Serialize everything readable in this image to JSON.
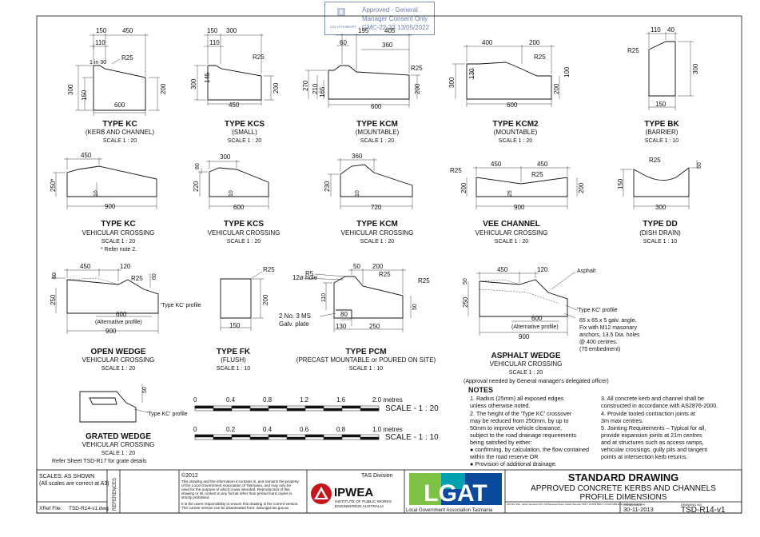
{
  "stamp": {
    "line1": "Approved - General",
    "line2": "Manager Consent Only",
    "line3": "GMC-22-33 13/05/2022",
    "logo_text": "City of HOBART"
  },
  "profiles": [
    {
      "id": "kc",
      "title": "TYPE KC",
      "sub": "(KERB AND CHANNEL)",
      "scale": "SCALE 1 : 20"
    },
    {
      "id": "kcs",
      "title": "TYPE KCS",
      "sub": "(SMALL)",
      "scale": "SCALE 1 : 20"
    },
    {
      "id": "kcm",
      "title": "TYPE KCM",
      "sub": "(MOUNTABLE)",
      "scale": "SCALE 1 : 20"
    },
    {
      "id": "kcm2",
      "title": "TYPE KCM2",
      "sub": "(MOUNTABLE)",
      "scale": "SCALE 1 : 20"
    },
    {
      "id": "bk",
      "title": "TYPE BK",
      "sub": "(BARRIER)",
      "scale": "SCALE 1 : 10"
    },
    {
      "id": "kcvc",
      "title": "TYPE KC",
      "sub": "VEHICULAR CROSSING",
      "scale": "SCALE 1 : 20",
      "note": "* Refer note 2."
    },
    {
      "id": "kcsvc",
      "title": "TYPE KCS",
      "sub": "VEHICULAR CROSSING",
      "scale": "SCALE 1 : 20"
    },
    {
      "id": "kcmvc",
      "title": "TYPE KCM",
      "sub": "VEHICULAR CROSSING",
      "scale": "SCALE 1 : 20"
    },
    {
      "id": "vee",
      "title": "VEE CHANNEL",
      "sub": "VEHICULAR CROSSING",
      "scale": "SCALE 1 : 20"
    },
    {
      "id": "dd",
      "title": "TYPE DD",
      "sub": "(DISH DRAIN)",
      "scale": "SCALE 1 : 10"
    },
    {
      "id": "ow",
      "title": "OPEN WEDGE",
      "sub": "VEHICULAR CROSSING",
      "scale": "SCALE 1 : 20"
    },
    {
      "id": "fk",
      "title": "TYPE FK",
      "sub": "(FLUSH)",
      "scale": "SCALE 1 : 10"
    },
    {
      "id": "pcm",
      "title": "TYPE PCM",
      "sub": "(PRECAST MOUNTABLE or POURED ON SITE)",
      "scale": "SCALE 1 : 10"
    },
    {
      "id": "aw",
      "title": "ASPHALT WEDGE",
      "sub": "VEHICULAR CROSSING",
      "scale": "SCALE 1 : 20",
      "note": "(Approval needed by General manager's delegated officer)"
    },
    {
      "id": "gw",
      "title": "GRATED WEDGE",
      "sub": "VEHICULAR CROSSING",
      "scale": "SCALE 1 : 20",
      "note": "Refer Sheet TSD-R17 for grate details"
    }
  ],
  "dims": {
    "kc": [
      "150",
      "450",
      "110",
      "1 in 30",
      "R25",
      "300",
      "150",
      "200",
      "600"
    ],
    "kcs": [
      "150",
      "300",
      "110",
      "R25",
      "300",
      "145",
      "200",
      "450"
    ],
    "kcm": [
      "195",
      "405",
      "60",
      "360",
      "R25",
      "270",
      "210",
      "165",
      "200",
      "600"
    ],
    "kcm2": [
      "400",
      "200",
      "R25",
      "300",
      "130",
      "100",
      "200",
      "600"
    ],
    "bk": [
      "110",
      "40",
      "R25",
      "300",
      "150"
    ],
    "kcvc": [
      "450",
      "250*",
      "10",
      "900"
    ],
    "kcsvc": [
      "300",
      "80",
      "220",
      "10",
      "600"
    ],
    "kcmvc": [
      "360",
      "230",
      "10",
      "720"
    ],
    "vee": [
      "R25",
      "450",
      "450",
      "R25",
      "200",
      "25",
      "200",
      "900"
    ],
    "dd": [
      "R25",
      "50",
      "150",
      "300"
    ],
    "ow": [
      "450",
      "120",
      "50",
      "60",
      "R25",
      "250",
      "'Type KC' profile",
      "600",
      "(Alternative profile)",
      "900"
    ],
    "fk": [
      "R25",
      "200",
      "150"
    ],
    "pcm": [
      "12ø hole",
      "R5",
      "50",
      "200",
      "R25",
      "R25",
      "110",
      "50",
      "80",
      "2 No. 3 MS",
      "Galv. plate",
      "130",
      "250"
    ],
    "aw": [
      "450",
      "120",
      "Asphalt",
      "50",
      "250",
      "'Type KC' profile",
      "600",
      "(Alternative profile)",
      "900",
      "65 x 65 x 5 galv. angle.",
      "Fix with M12 masonary",
      "anchors, 13.5 Dia. holes",
      "@ 400 centres.",
      "(75 embedment)"
    ],
    "gw": [
      "50",
      "'Type KC' profile"
    ]
  },
  "scale_bars": [
    {
      "ticks": [
        "0",
        "0.4",
        "0.8",
        "1.2",
        "1.6",
        "2.0 metres"
      ],
      "label": "SCALE  -  1 : 20"
    },
    {
      "ticks": [
        "0",
        "0.2",
        "0.4",
        "0.6",
        "0.8",
        "1.0 metres"
      ],
      "label": "SCALE  -  1 : 10"
    }
  ],
  "notes": {
    "heading": "NOTES",
    "left": [
      "1.  Radius (25mm) all exposed edges",
      "     unless otherwise noted.",
      "2.  The height of the 'Type KC' crossover",
      "     may be reduced from 250mm, by up to",
      "     50mm to improve vehicle clearance,",
      "     subject to the road drainage requirements",
      "     being satisfied by either:",
      "     ● confirming, by calculation, the flow contained",
      "        within the road reserve OR",
      "     ● Provision of additional drainage."
    ],
    "right": [
      "3.  All concrete kerb and channel shall be",
      "     constructed in accordance with AS2876-2000.",
      "4.  Provide tooled contraction joints at",
      "     3m max centres.",
      "5.  Jointing Requirements – Typical for all,",
      "     provide expansion joints at 21m centres",
      "     and at structures such as access ramps,",
      "     vehicular crossings, gully pits and tangent",
      "     points at intersection kerb returns."
    ]
  },
  "title_block": {
    "scales_label": "SCALES:  AS SHOWN",
    "scales_sub": "(All scales are correct at A3)",
    "references": "REFERENCES",
    "xref_label": "XRef File:",
    "xref_value": "TSD-R14-v1.dwg",
    "copyright": "©2012",
    "disclaimer": [
      "This drawing and the information it contains is, and remains the property",
      "of the Local Government Association of Tasmania, and may only be",
      "used for the purpose of which it was intended. Reproduction of this",
      "drawing or its content in any format other than printed hard copies is",
      "strictly prohibited.",
      "It is the users responsibility to ensure this drawing is the current version.",
      "The current version can be downloaded from: www.lgat.tas.gov.au"
    ],
    "tas_division": "TAS Division",
    "ipwea": "IPWEA",
    "ipwea_sub1": "INSTITUTE OF PUBLIC WORKS",
    "ipwea_sub2": "ENGINEERING AUSTRALIA",
    "lgat": "LGAT",
    "lgat_sub": "Local Government Association Tasmania",
    "address": "GPO Box 1521, Hobart Tasmania 7001  |  326 Macquarie Street, Hobart Tasmania 7000  T: 03 6233 5966  F: 03 6233 5986  Email: admin@lgat.tas.gov.au",
    "drawing_title": "STANDARD DRAWING",
    "drawing_sub1": "APPROVED CONCRETE KERBS AND CHANNELS",
    "drawing_sub2": "PROFILE DIMENSIONS",
    "issue_label": "ISSUE DATE",
    "issue_date": "30-11-2013",
    "dwg_no_label": "DRAWING NO",
    "drawing_no": "TSD-R14-v1"
  },
  "colors": {
    "line": "#111111",
    "ipwea_red": "#c4161c",
    "lgat_green": "#7dc242",
    "lgat_blue": "#0a4a9c",
    "lgat_teal": "#00a0b0"
  }
}
